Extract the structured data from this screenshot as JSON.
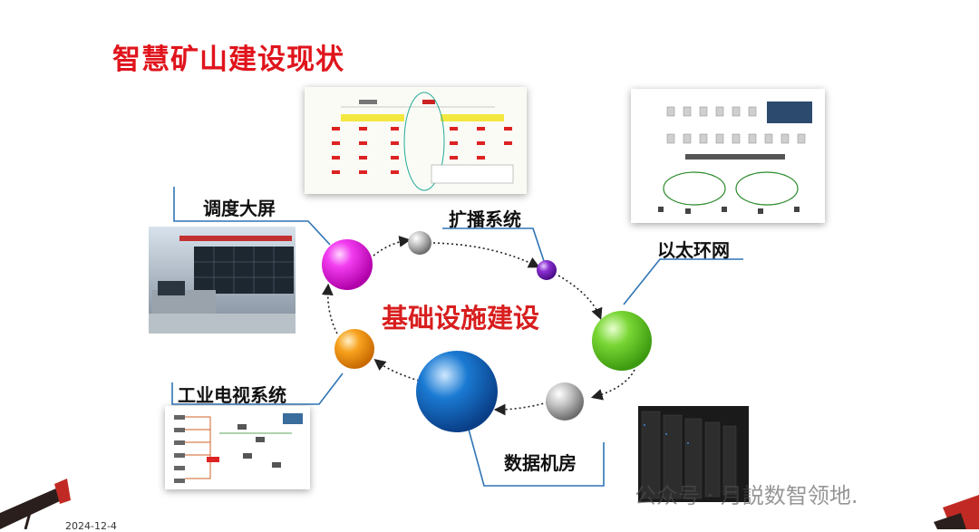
{
  "title": "智慧矿山建设现状",
  "center_label": "基础设施建设",
  "nodes": {
    "dispatch_screen": "调度大屏",
    "broadcast": "扩播系统",
    "ethernet": "以太环网",
    "data_center": "数据机房",
    "industrial_tv": "工业电视系统"
  },
  "footer": {
    "date": "2024-12-4",
    "watermark": "公众号 · 月説数智领地."
  },
  "colors": {
    "title": "#e0141c",
    "connector": "#2f74b5",
    "ball_magenta": "#e81de0",
    "ball_purple": "#8a2ed1",
    "ball_green": "#6fcf2e",
    "ball_blue": "#1572c8",
    "ball_orange": "#f49a1c",
    "ball_gray": "#b9b9b9"
  }
}
